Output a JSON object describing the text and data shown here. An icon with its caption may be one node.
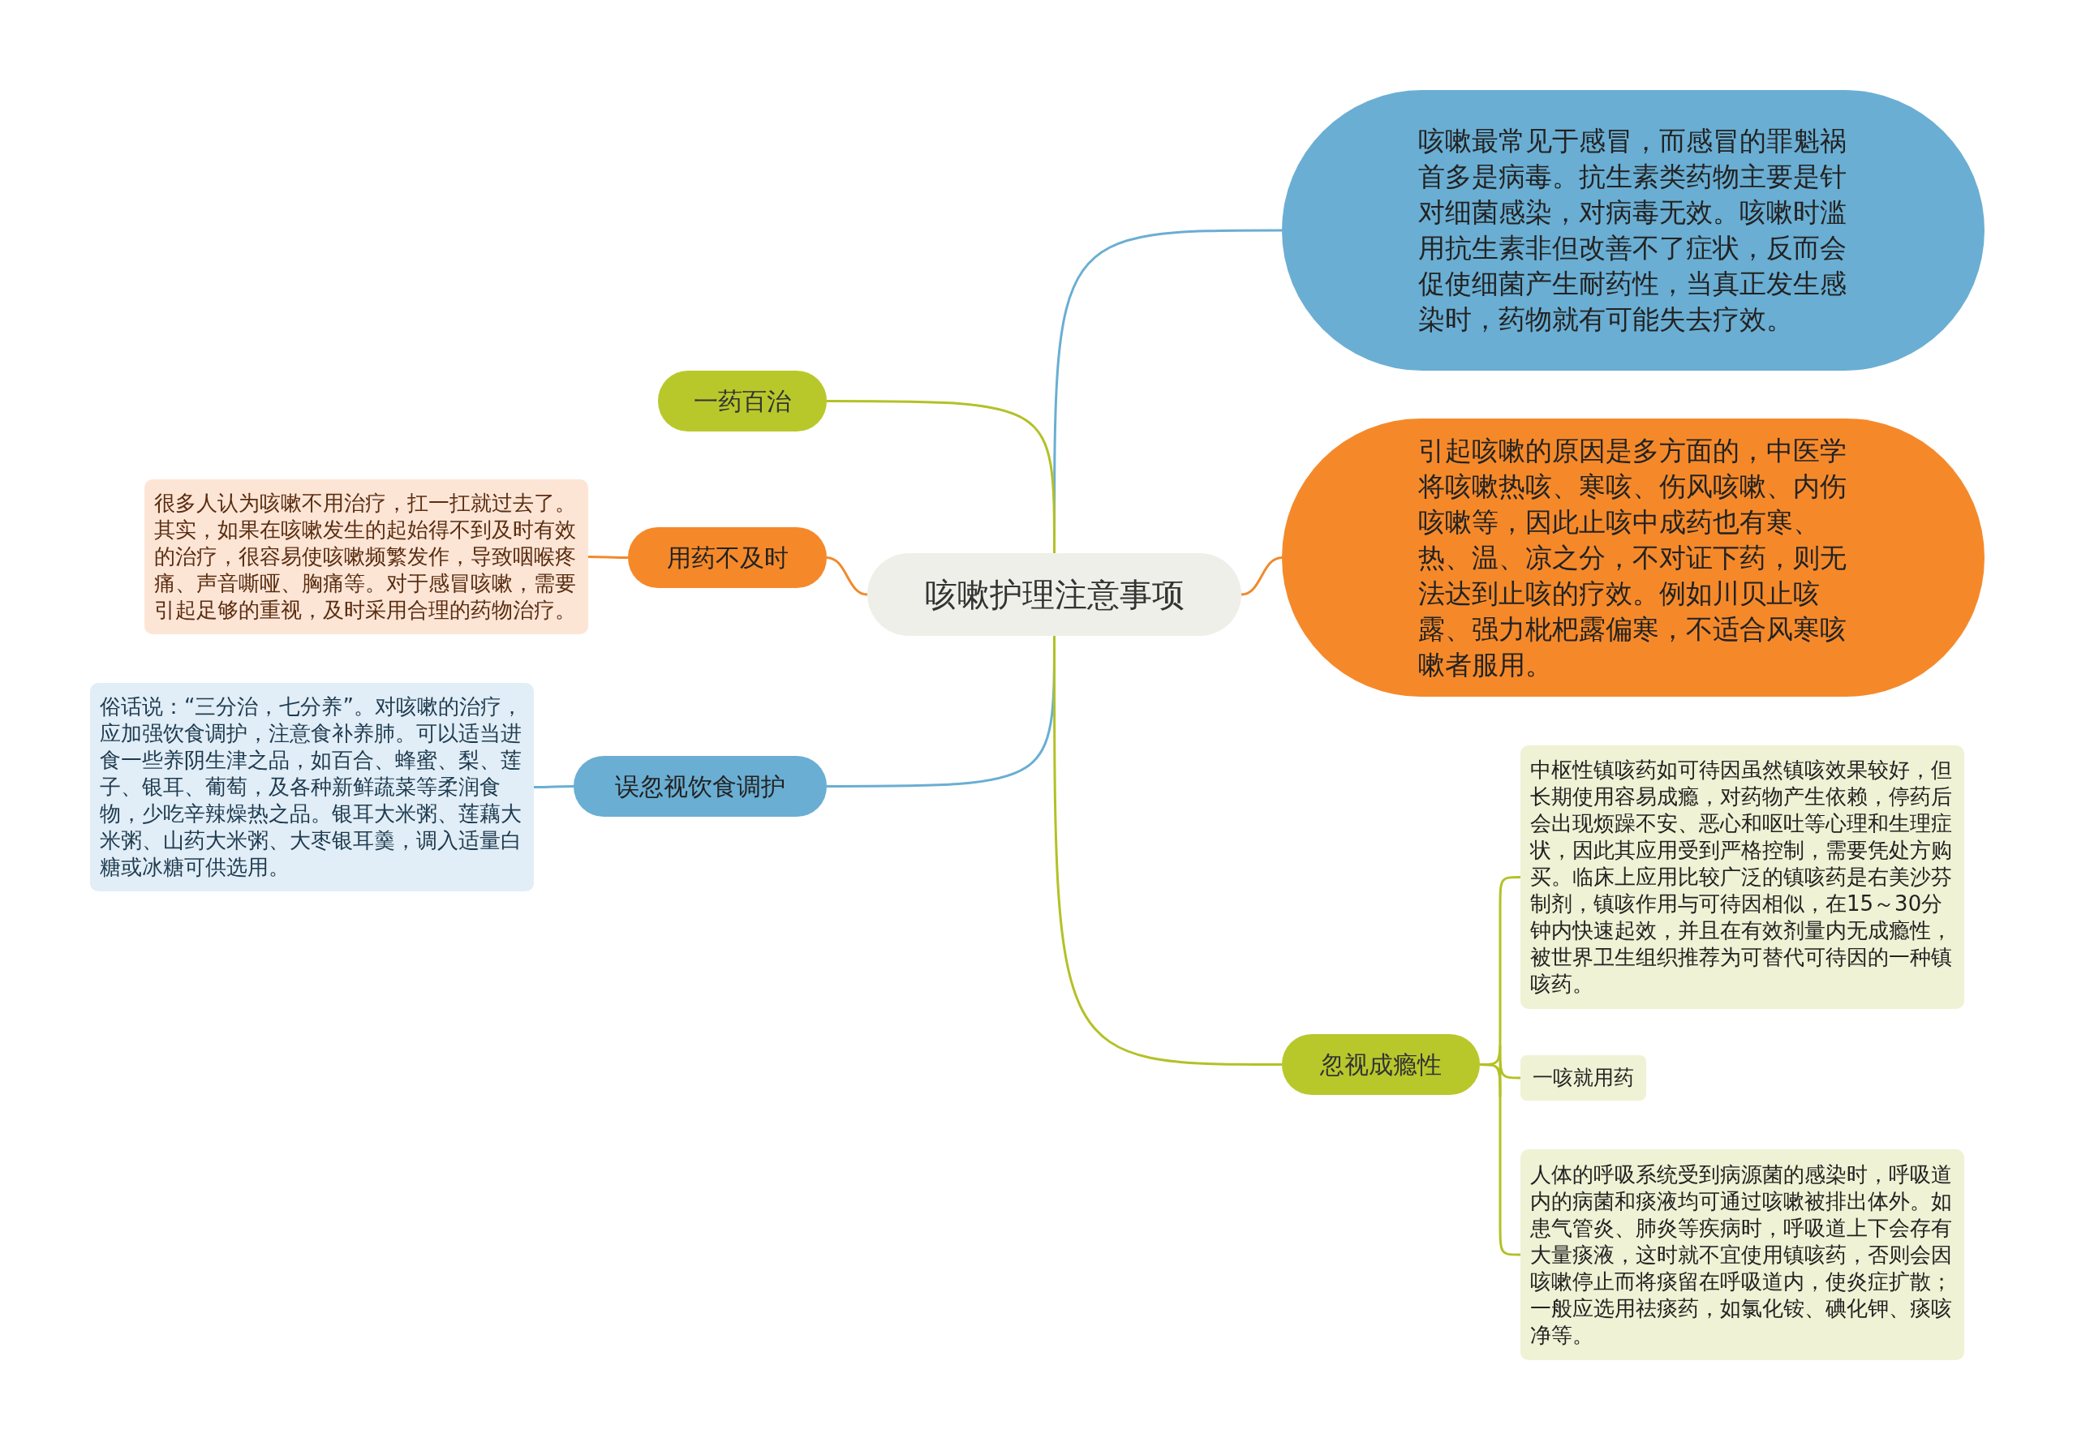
{
  "diagram": {
    "nodes": [
      {
        "text": [
          "咳嗽护理注意事项"
        ]
      },
      {
        "text": [
          "咳嗽最常见于感冒，而感冒的罪魁祸首多是病毒。抗生素类药物主要是针对细菌感染，对病毒无效。咳嗽时滥用抗生素非但改善不了症状，反而会促使细菌产生耐药性，当真正发生感染时，药物就有可能失去疗效。"
        ]
      },
      {
        "text": [
          "引起咳嗽的原因是多方面的，中医学将咳嗽热咳、寒咳、伤风咳嗽、内伤咳嗽等，因此止咳中成药也有寒、热、温、凉之分，不对证下药，则无法达到止咳的疗效。例如川贝止咳露、强力枇杷露偏寒，不适合风寒咳嗽者服用。"
        ]
      },
      {
        "text": [
          "一药百治"
        ]
      },
      {
        "text": [
          "用药不及时"
        ]
      },
      {
        "text": [
          "很多人认为咳嗽不用治疗，扛一扛就过去了。其实，如果在咳嗽发生的起始得不到及时有效的治疗，很容易使咳嗽频繁发作，导致咽喉疼痛、声音嘶哑、胸痛等。对于感冒咳嗽，需要引起足够的重视，及时采用合理的药物治疗。"
        ]
      },
      {
        "text": [
          "误忽视饮食调护"
        ]
      },
      {
        "text": [
          "俗话说：“三分治，七分养”。对咳嗽的治疗，应加强饮食调护，注意食补养肺。可以适当进食一些养阴生津之品，如百合、蜂蜜、梨、莲子、银耳、葡萄，及各种新鲜蔬菜等柔润食物，少吃辛辣燥热之品。银耳大米粥、莲藕大米粥、山药大米粥、大枣银耳羹，调入适量白糖或冰糖可供选用。"
        ]
      },
      {
        "text": [
          "忽视成瘾性"
        ]
      },
      {
        "text": [
          "中枢性镇咳药如可待因虽然镇咳效果较好，但长期使用容易成瘾，对药物产生依赖，停药后会出现烦躁不安、恶心和呕吐等心理和生理症状，因此其应用受到严格控制，需要凭处方购买。临床上应用比较广泛的镇咳药是右美沙芬制剂，镇咳作用与可待因相似，在15～30分钟内快速起效，并且在有效剂量内无成瘾性，被世界卫生组织推荐为可替代可待因的一种镇咳药。"
        ]
      },
      {
        "text": [
          "一咳就用药"
        ]
      },
      {
        "text": [
          "人体的呼吸系统受到病源菌的感染时，呼吸道内的病菌和痰液均可通过咳嗽被排出体外。如患气管炎、肺炎等疾病时，呼吸道上下会存有大量痰液，这时就不宜使用镇咳药，否则会因咳嗽停止而将痰留在呼吸道内，使炎症扩散；一般应选用祛痰药，如氯化铵、碘化钾、痰咳净等。"
        ]
      }
    ],
    "edges": [
      {
        "from": 0,
        "to": 1,
        "arrow": "none",
        "color": "#6aaed3"
      },
      {
        "from": 0,
        "to": 2,
        "arrow": "none",
        "color": "#f08a2c"
      },
      {
        "from": 0,
        "to": 3,
        "arrow": "none"
      },
      {
        "from": 0,
        "to": 4,
        "arrow": "none",
        "color": "#f08a2c"
      },
      {
        "from": 4,
        "to": 5,
        "arrow": "none",
        "color": "#f08a2c"
      },
      {
        "from": 0,
        "to": 6,
        "arrow": "none",
        "color": "#6aaed3"
      },
      {
        "from": 6,
        "to": 7,
        "arrow": "none",
        "color": "#6aaed3"
      },
      {
        "from": 0,
        "to": 8,
        "arrow": "none"
      },
      {
        "from": 8,
        "to": 9,
        "arrow": "none"
      },
      {
        "from": 8,
        "to": 10,
        "arrow": "none"
      },
      {
        "from": 8,
        "to": 11,
        "arrow": "none"
      }
    ]
  }
}
